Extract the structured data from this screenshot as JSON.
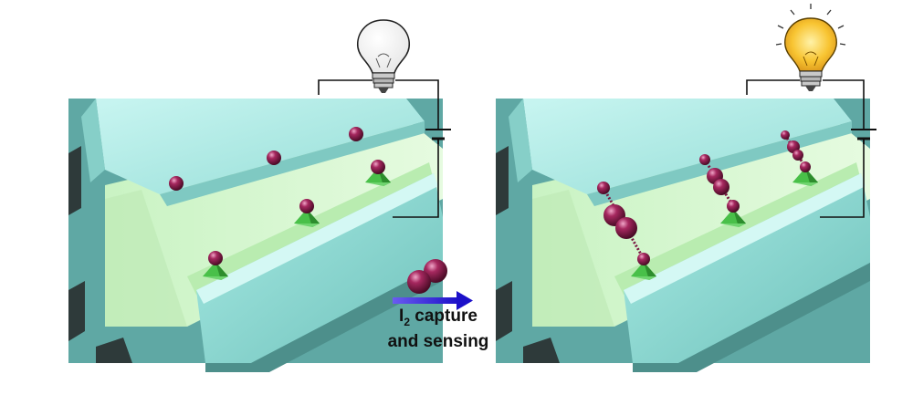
{
  "caption": {
    "line1_main": "I",
    "line1_sub": "2",
    "line1_rest": " capture",
    "line2": "and sensing"
  },
  "colors": {
    "framework_light": "#b6efe9",
    "framework_dark": "#5fa8a4",
    "channel_floor": "#d7f7cf",
    "binding_site": "#3fbf3f",
    "iodine": "#8a1e4e",
    "arrow": "#2b1fd6",
    "bulb_lit": "#f6b820",
    "bulb_unlit": "#ffffff",
    "wire": "#111111"
  },
  "icons": {
    "bulb_left": "lightbulb-off-icon",
    "bulb_right": "lightbulb-on-icon",
    "battery": "battery-icon",
    "arrow": "arrow-right-icon"
  }
}
